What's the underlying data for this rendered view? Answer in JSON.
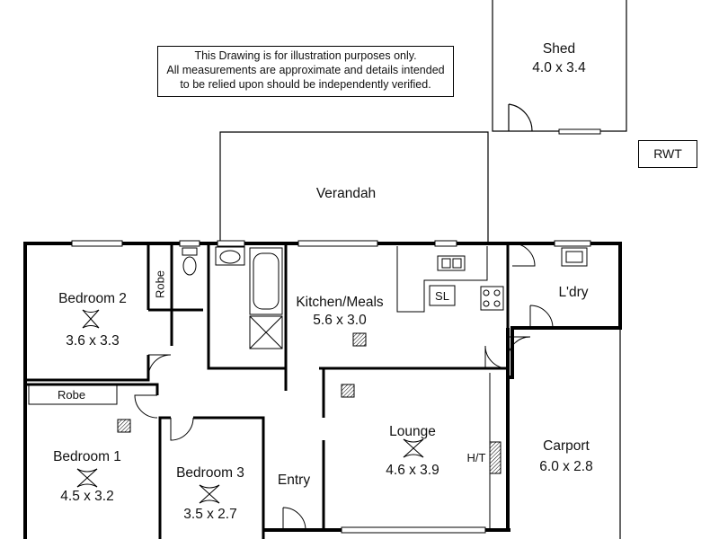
{
  "disclaimer": {
    "line1": "This Drawing is for illustration purposes only.",
    "line2": "All measurements are approximate and details intended",
    "line3": "to be relied upon should be independently verified."
  },
  "rooms": {
    "shed": {
      "name": "Shed",
      "size": "4.0 x 3.4"
    },
    "verandah": {
      "name": "Verandah"
    },
    "rwt": {
      "name": "RWT"
    },
    "bedroom2": {
      "name": "Bedroom 2",
      "size": "3.6 x 3.3"
    },
    "robe_b2": {
      "name": "Robe"
    },
    "kitchen": {
      "name": "Kitchen/Meals",
      "size": "5.6 x 3.0"
    },
    "sl": {
      "name": "SL"
    },
    "laundry": {
      "name": "L'dry"
    },
    "robe_b1": {
      "name": "Robe"
    },
    "bedroom1": {
      "name": "Bedroom 1",
      "size": "4.5 x 3.2"
    },
    "bedroom3": {
      "name": "Bedroom 3",
      "size": "3.5 x 2.7"
    },
    "entry": {
      "name": "Entry"
    },
    "lounge": {
      "name": "Lounge",
      "size": "4.6 x 3.9"
    },
    "ht": {
      "name": "H/T"
    },
    "carport": {
      "name": "Carport",
      "size": "6.0 x 2.8"
    }
  }
}
